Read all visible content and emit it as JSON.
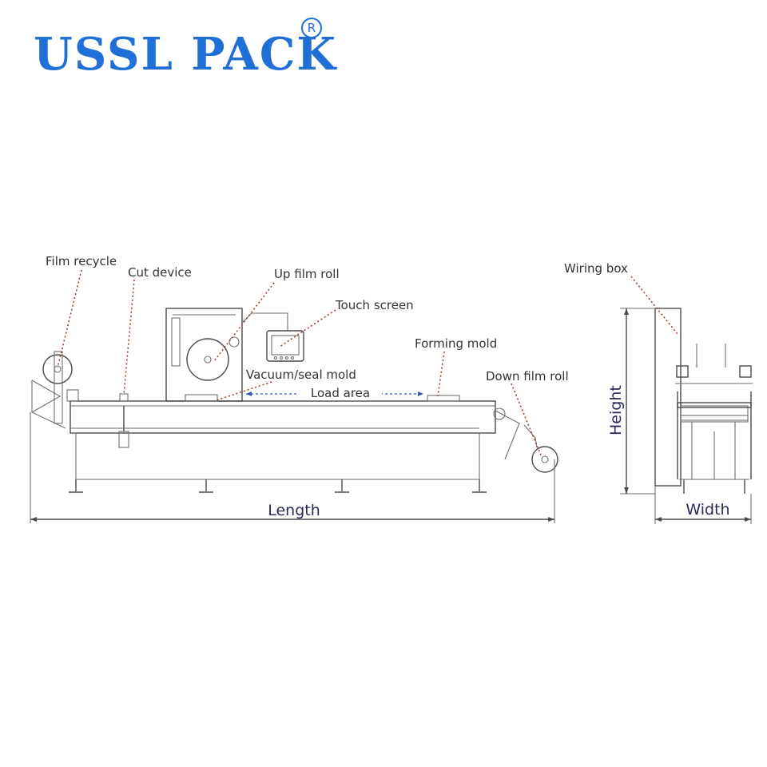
{
  "brand": {
    "name": "USSL PACK",
    "registered_mark": "R",
    "color": "#1f6fd6"
  },
  "side_view": {
    "labels": {
      "film_recycle": "Film recycle",
      "cut_device": "Cut device",
      "up_film_roll": "Up film roll",
      "touch_screen": "Touch screen",
      "forming_mold": "Forming mold",
      "vacuum_seal_mold": "Vacuum/seal mold",
      "load_area": "Load area",
      "down_film_roll": "Down film roll"
    },
    "dimension": "Length"
  },
  "end_view": {
    "labels": {
      "wiring_box": "Wiring box"
    },
    "dimensions": {
      "height": "Height",
      "width": "Width"
    }
  },
  "colors": {
    "leader_lines": "#a0432d",
    "load_area_arrow": "#2f55c0",
    "drawing_lines": "#6e6e6e"
  }
}
